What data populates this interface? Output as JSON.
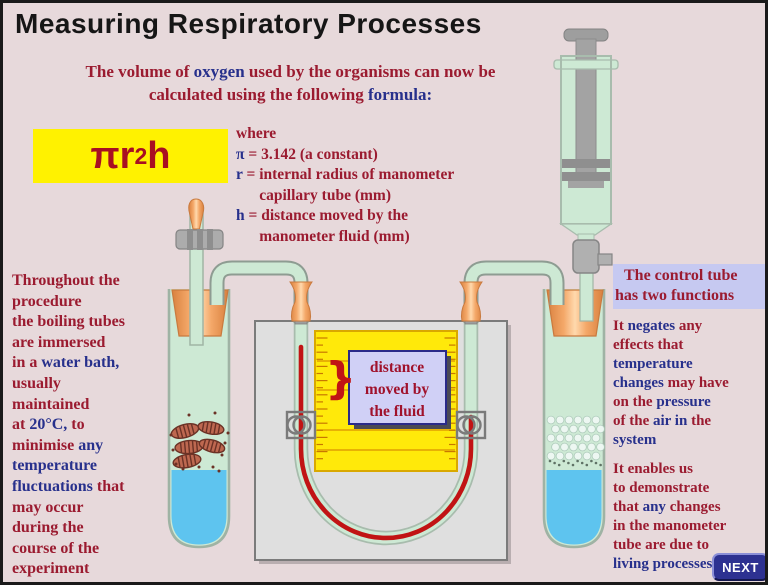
{
  "title": "Measuring Respiratory Processes",
  "colors": {
    "background": "#E7D9DB",
    "text_red": "#9B1B30",
    "text_navy": "#27308C",
    "formula_bg": "#FFF200",
    "heading_highlight": "#C6C9F1",
    "next_button_bg": "#2D3191",
    "manometer_fluid_red": "#C11414",
    "liquid_blue": "#5EC4EF",
    "tube_green": "#CDE9D4",
    "bung_orange": "#ED9557",
    "ruler_yellow": "#FFE90A"
  },
  "intro": {
    "lines": [
      [
        [
          "The volume of ",
          "r"
        ],
        [
          "oxygen ",
          "b"
        ],
        [
          "used by the organisms can now be",
          "r"
        ]
      ],
      [
        [
          "calculated using the following ",
          "r"
        ],
        [
          "formula:",
          "b"
        ]
      ]
    ]
  },
  "formula": {
    "base1": "πr",
    "exp": "2",
    "base2": "h"
  },
  "where_block": {
    "lines": [
      [
        [
          "where",
          "r"
        ]
      ],
      [
        [
          "π",
          "b"
        ],
        [
          " = 3.142 (a constant)",
          "r"
        ]
      ],
      [
        [
          "r",
          "b"
        ],
        [
          " = internal radius of manometer",
          "r"
        ]
      ],
      [
        [
          "      capillary tube (mm)",
          "r"
        ]
      ],
      [
        [
          "h",
          "b"
        ],
        [
          " = distance moved by the",
          "r"
        ]
      ],
      [
        [
          "      manometer fluid (mm)",
          "r"
        ]
      ]
    ]
  },
  "left_note": {
    "lines": [
      [
        [
          "Throughout the",
          "r"
        ]
      ],
      [
        [
          "procedure",
          "r"
        ]
      ],
      [
        [
          "the boiling tubes",
          "r"
        ]
      ],
      [
        [
          "are immersed",
          "r"
        ]
      ],
      [
        [
          "in a ",
          "r"
        ],
        [
          "water bath,",
          "b"
        ]
      ],
      [
        [
          "usually",
          "r"
        ]
      ],
      [
        [
          "maintained",
          "r"
        ]
      ],
      [
        [
          "at ",
          "r"
        ],
        [
          "20°C,",
          "b"
        ],
        [
          " to",
          "r"
        ]
      ],
      [
        [
          "minimise ",
          "r"
        ],
        [
          "any",
          "b"
        ]
      ],
      [
        [
          "temperature",
          "b"
        ]
      ],
      [
        [
          "fluctuations ",
          "b"
        ],
        [
          "that",
          "r"
        ]
      ],
      [
        [
          "may occur",
          "r"
        ]
      ],
      [
        [
          "during the",
          "r"
        ]
      ],
      [
        [
          "course of the",
          "r"
        ]
      ],
      [
        [
          "experiment",
          "r"
        ]
      ]
    ]
  },
  "right_note": {
    "heading_lines": [
      [
        [
          "The control tube",
          "r"
        ]
      ],
      [
        [
          "has two functions",
          "r"
        ]
      ]
    ],
    "para1_lines": [
      [
        [
          "It ",
          "r"
        ],
        [
          "negates ",
          "b"
        ],
        [
          "any",
          "r"
        ]
      ],
      [
        [
          "effects that",
          "r"
        ]
      ],
      [
        [
          "temperature",
          "b"
        ]
      ],
      [
        [
          "changes ",
          "b"
        ],
        [
          "may have",
          "r"
        ]
      ],
      [
        [
          "on the ",
          "r"
        ],
        [
          "pressure",
          "b"
        ]
      ],
      [
        [
          "of the ",
          "r"
        ],
        [
          "air in",
          "b"
        ],
        [
          " the",
          "r"
        ]
      ],
      [
        [
          "system",
          "b"
        ]
      ]
    ],
    "para2_lines": [
      [
        [
          "It enables us",
          "r"
        ]
      ],
      [
        [
          "to demonstrate",
          "r"
        ]
      ],
      [
        [
          "that ",
          "r"
        ],
        [
          "any ",
          "b"
        ],
        [
          "changes",
          "r"
        ]
      ],
      [
        [
          "in the manometer",
          "r"
        ]
      ],
      [
        [
          "tube are due to",
          "r"
        ]
      ],
      [
        [
          "living processes",
          "b"
        ]
      ]
    ]
  },
  "diagram": {
    "label_lines": [
      "distance",
      "moved by",
      "the fluid"
    ],
    "brace": "}"
  },
  "next_button": {
    "label": "NEXT"
  }
}
